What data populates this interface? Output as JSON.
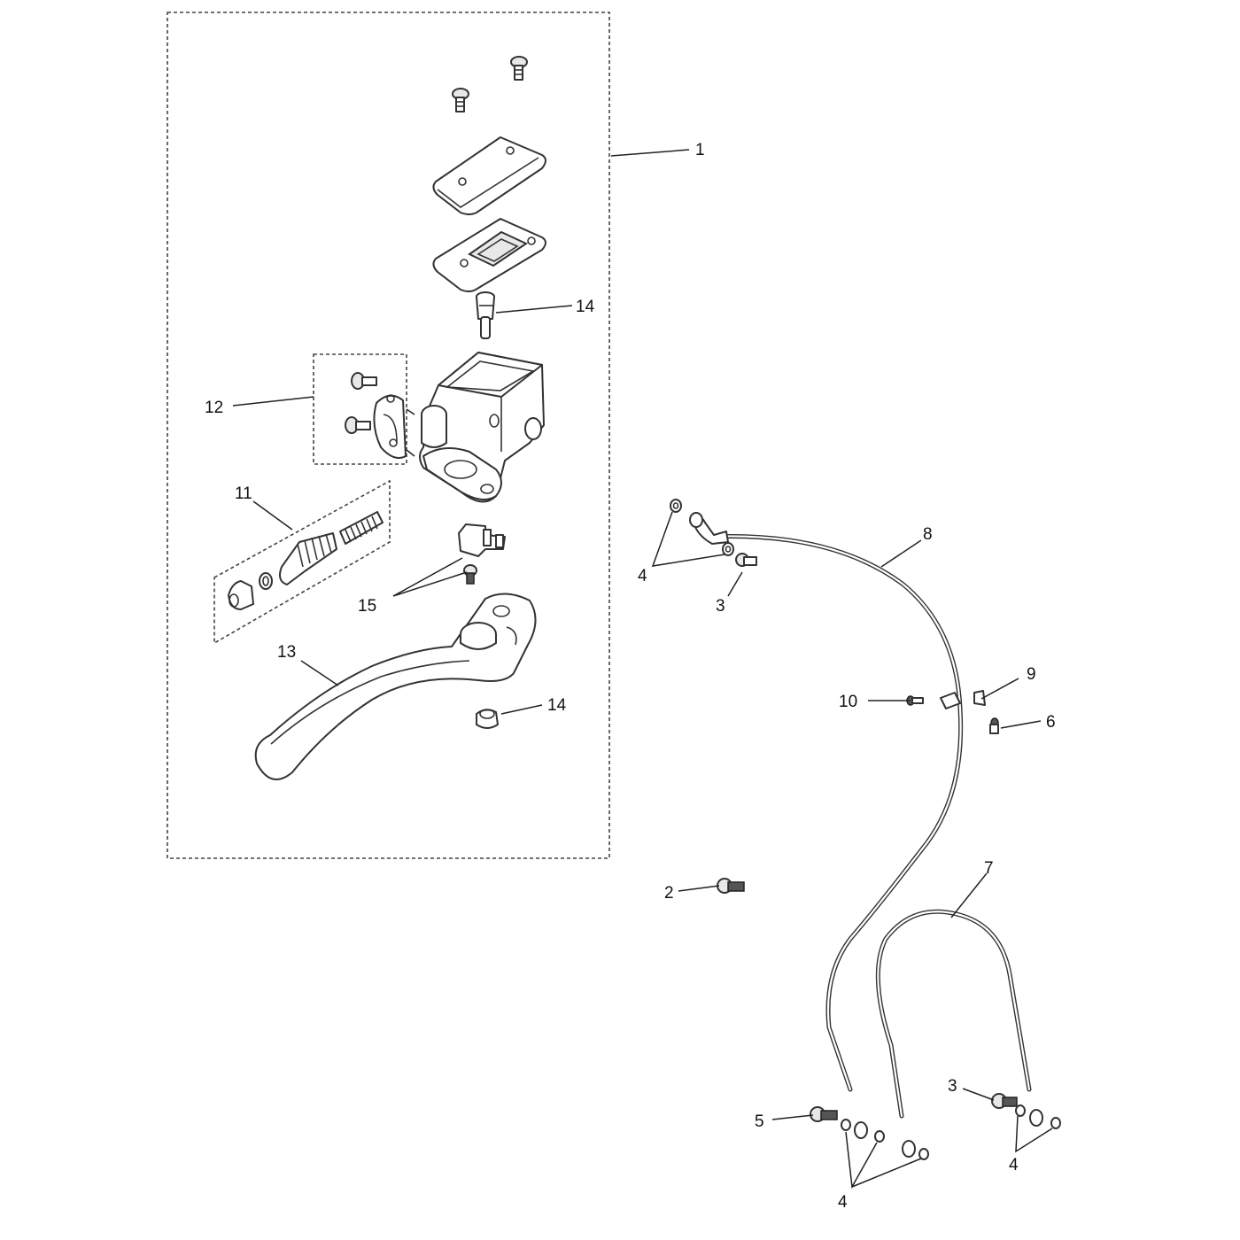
{
  "diagram": {
    "callouts": {
      "c1": "1",
      "c14a": "14",
      "c12": "12",
      "c11": "11",
      "c15": "15",
      "c13": "13",
      "c14b": "14",
      "c8": "8",
      "c4a": "4",
      "c3a": "3",
      "c9": "9",
      "c10": "10",
      "c6": "6",
      "c2": "2",
      "c7": "7",
      "c5": "5",
      "c3b": "3",
      "c4b": "4",
      "c4c": "4"
    }
  }
}
